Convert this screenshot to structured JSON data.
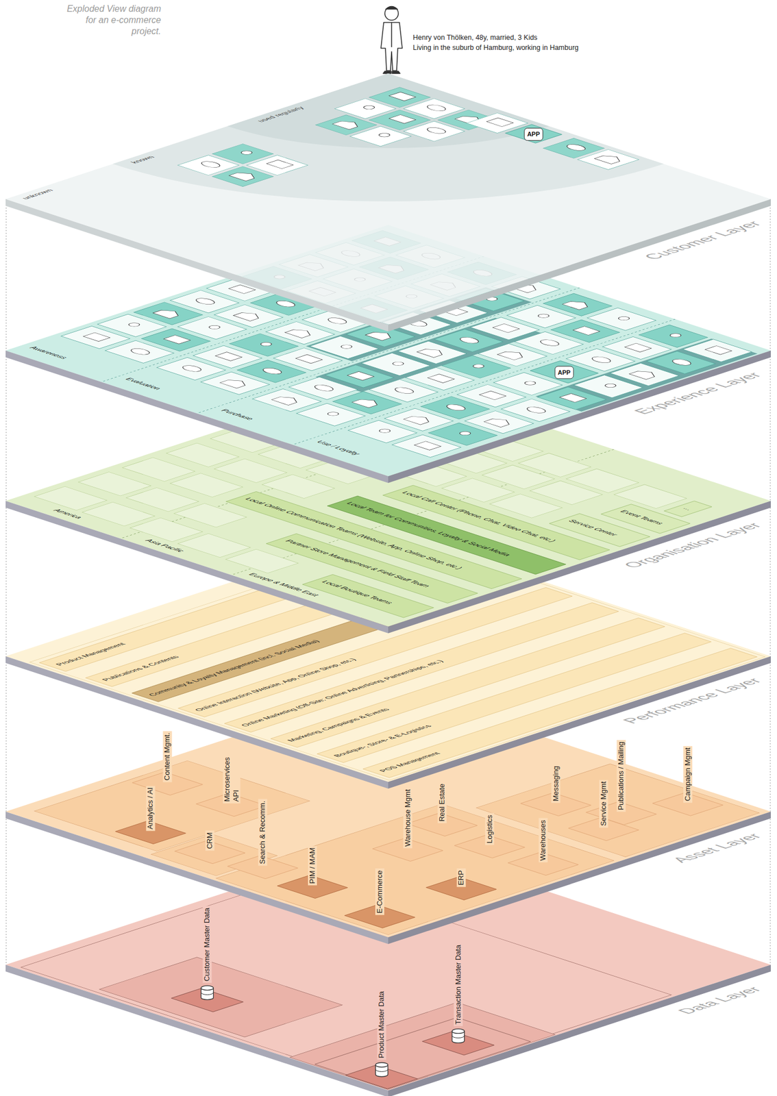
{
  "diagram": {
    "title": "Exploded View diagram for an e-commerce project.",
    "nodes": [
      {
        "text": [
          "Customer Layer"
        ]
      },
      {
        "text": [
          "APP"
        ],
        "in": 0
      },
      {
        "text": [
          "Experience Layer"
        ]
      },
      {
        "text": [
          "APP"
        ],
        "in": 2
      },
      {
        "text": [
          "Organisation Layer"
        ]
      },
      {
        "text": [
          "Local Call Center (Phone, Chat, Video Chat, etc.)"
        ],
        "in": 4
      },
      {
        "text": [
          "Local Team for Communities, Loyalty & Social Media"
        ],
        "in": 4
      },
      {
        "text": [
          "Local Online Communication Teams (Website, App, Online Shop, etc.)"
        ],
        "in": 4
      },
      {
        "text": [
          "Partner Store Management & Field Staff Team"
        ],
        "in": 4
      },
      {
        "text": [
          "Local Boutique Teams"
        ],
        "in": 4
      },
      {
        "text": [
          "Service Center"
        ],
        "in": 4
      },
      {
        "text": [
          "Event Teams"
        ],
        "in": 4
      },
      {
        "text": [
          "..."
        ],
        "in": 4
      },
      {
        "text": [
          "Performance Layer"
        ]
      },
      {
        "text": [
          "Product Management"
        ],
        "in": 13
      },
      {
        "text": [
          "Publications & Contents"
        ],
        "in": 13
      },
      {
        "text": [
          "Community & Loyalty Management (incl. Social Media)"
        ],
        "in": 13
      },
      {
        "text": [
          "Online Interaction (Website, App, Online Shop, etc.)"
        ],
        "in": 13
      },
      {
        "text": [
          "Online Marketing (Off-Site: Online Advertising, Partnerships, etc.)"
        ],
        "in": 13
      },
      {
        "text": [
          "Marketing, Campaigns & Events"
        ],
        "in": 13
      },
      {
        "text": [
          "Boutique-, Store- & E-Logistics"
        ],
        "in": 13
      },
      {
        "text": [
          "POS Management"
        ],
        "in": 13
      },
      {
        "text": [
          "Asset Layer"
        ]
      },
      {
        "text": [
          "Analytics / AI"
        ],
        "in": 22
      },
      {
        "text": [
          "Content Mgmt."
        ],
        "in": 22
      },
      {
        "text": [
          "Microservices API"
        ],
        "in": 22
      },
      {
        "text": [
          "CRM"
        ],
        "in": 22
      },
      {
        "text": [
          "Search & Recomm."
        ],
        "in": 22
      },
      {
        "text": [
          "PIM / MAM"
        ],
        "in": 22
      },
      {
        "text": [
          "E-Commerce"
        ],
        "in": 22
      },
      {
        "text": [
          "Warehouse Mgmt"
        ],
        "in": 22
      },
      {
        "text": [
          "Real Estate"
        ],
        "in": 22
      },
      {
        "text": [
          "ERP"
        ],
        "in": 22
      },
      {
        "text": [
          "Logistics"
        ],
        "in": 22
      },
      {
        "text": [
          "Warehouses"
        ],
        "in": 22
      },
      {
        "text": [
          "Messaging"
        ],
        "in": 22
      },
      {
        "text": [
          "Service Mgmt"
        ],
        "in": 22
      },
      {
        "text": [
          "Publications / Mailing"
        ],
        "in": 22
      },
      {
        "text": [
          "Campaign Mgmt"
        ],
        "in": 22
      },
      {
        "text": [
          "Data Layer"
        ]
      },
      {
        "text": [
          "Customer Master Data"
        ],
        "in": 39
      },
      {
        "text": [
          "Transaction Master Data"
        ],
        "in": 39
      },
      {
        "text": [
          "Product Master Data"
        ],
        "in": 39
      }
    ],
    "labels": [
      "Henry von Thölken, 48y, married, 3 Kids",
      "Living in the suburb of Hamburg, working in Hamburg",
      "used regularly",
      "known",
      "unknown",
      "Awareness",
      "Evaluation",
      "Purchase",
      "Use / Loyalty",
      "America",
      "Asia Pacific",
      "Europe & Middle East"
    ]
  }
}
